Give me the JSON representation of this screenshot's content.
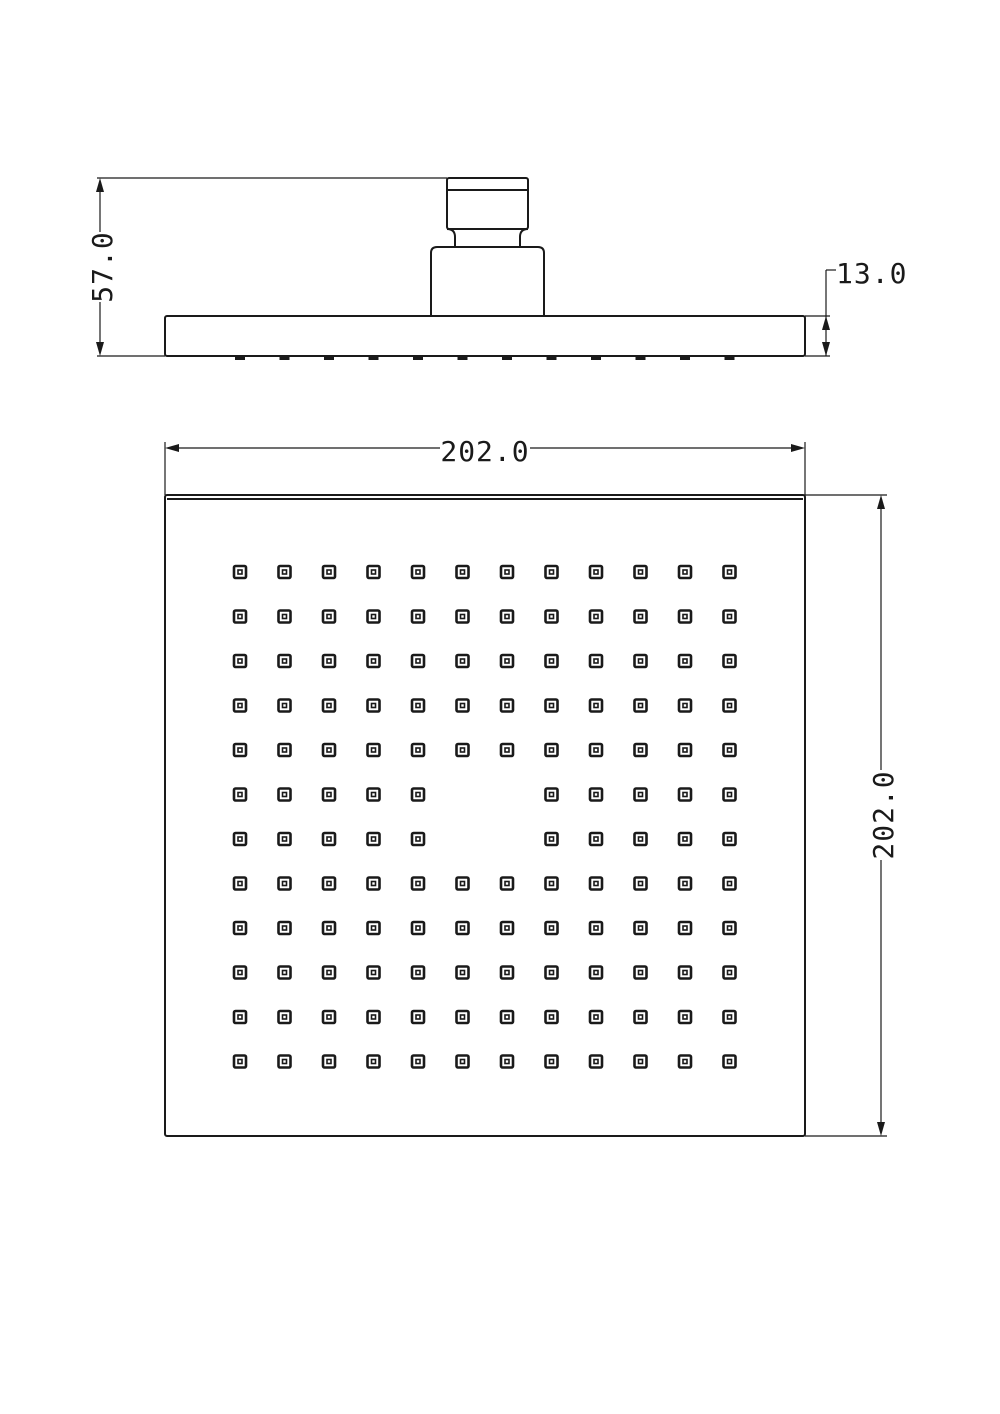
{
  "dimensions": {
    "total_height": "57.0",
    "plate_thickness": "13.0",
    "width": "202.0",
    "depth": "202.0"
  },
  "nozzle_grid": {
    "rows": 12,
    "cols": 12,
    "omitted_cells": [
      [
        5,
        5
      ],
      [
        5,
        6
      ],
      [
        6,
        5
      ],
      [
        6,
        6
      ]
    ]
  },
  "colors": {
    "line": "#1a1a1a",
    "background": "#ffffff"
  }
}
